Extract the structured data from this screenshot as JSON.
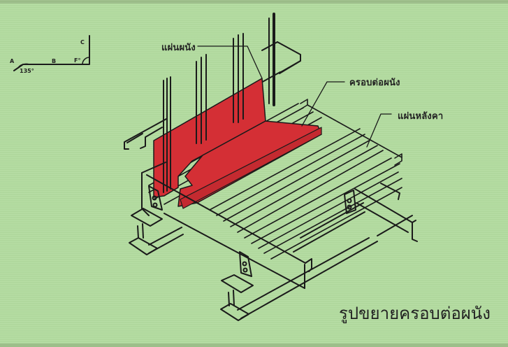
{
  "diagram": {
    "title_caption": "รูปขยายครอบต่อผนัง",
    "labels": {
      "wall_sheet": "แผ่นผนัง",
      "wall_flashing": "ครอบต่อผนัง",
      "roof_sheet": "แผ่นหลังคา"
    },
    "profile_sketch": {
      "point_a": "A",
      "point_b": "B",
      "point_c": "C",
      "angle_a": "135°",
      "angle_bc": "F°"
    },
    "colors": {
      "background": "#b3dca0",
      "band": "#9dbf8a",
      "flashing_red": "#d42f35",
      "line": "#1a1a1a"
    }
  }
}
